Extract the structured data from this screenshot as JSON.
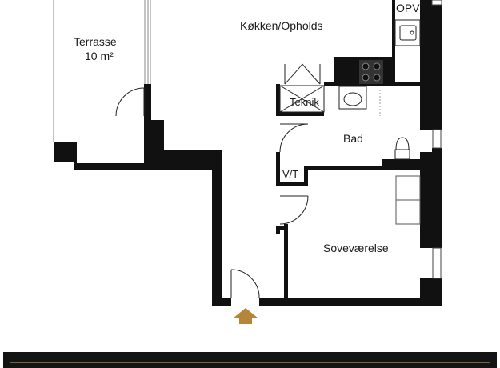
{
  "rooms": {
    "terrace": {
      "name": "Terrasse",
      "area": "10 m²"
    },
    "kitchen_living": {
      "name": "Køkken/Opholds"
    },
    "utility": {
      "name": "OPV"
    },
    "technical": {
      "name": "Teknik"
    },
    "bathroom": {
      "name": "Bad"
    },
    "laundry": {
      "name": "V/T"
    },
    "bedroom": {
      "name": "Soveværelse"
    }
  },
  "colors": {
    "wall": "#111111",
    "entrance_arrow": "#b5853a",
    "footer": "#141414"
  },
  "icons": {
    "entrance": "arrow-up-icon",
    "stove": "stove-icon",
    "sink": "sink-icon",
    "toilet": "toilet-icon",
    "washbasin": "washbasin-icon"
  }
}
